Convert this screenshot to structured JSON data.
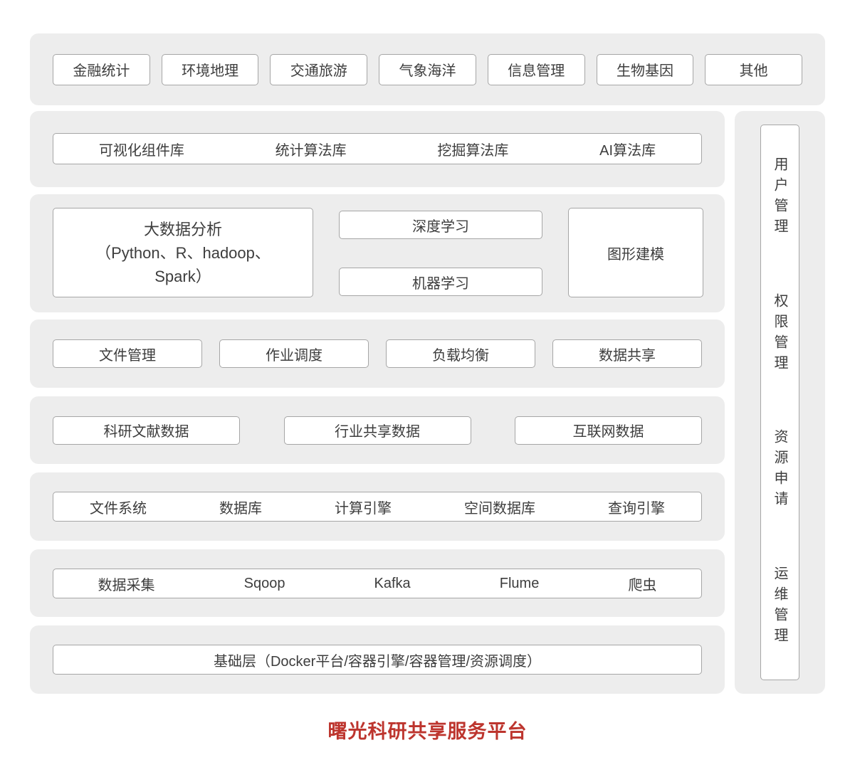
{
  "page_title": "曙光科研共享服务平台",
  "domains": {
    "items": [
      "金融统计",
      "环境地理",
      "交通旅游",
      "气象海洋",
      "信息管理",
      "生物基因",
      "其他"
    ]
  },
  "algorithm_layer": {
    "items": [
      "可视化组件库",
      "统计算法库",
      "挖掘算法库",
      "AI算法库"
    ]
  },
  "analysis_layer": {
    "bigdata_line1": "大数据分析",
    "bigdata_line2": "（Python、R、hadoop、",
    "bigdata_line3": "Spark）",
    "deep_learning": "深度学习",
    "machine_learning": "机器学习",
    "graph_modeling": "图形建模"
  },
  "management_layer": {
    "items": [
      "文件管理",
      "作业调度",
      "负载均衡",
      "数据共享"
    ]
  },
  "data_layer": {
    "items": [
      "科研文献数据",
      "行业共享数据",
      "互联网数据"
    ]
  },
  "storage_layer": {
    "items": [
      "文件系统",
      "数据库",
      "计算引擎",
      "空间数据库",
      "查询引擎"
    ]
  },
  "collection_layer": {
    "items": [
      "数据采集",
      "Sqoop",
      "Kafka",
      "Flume",
      "爬虫"
    ]
  },
  "infrastructure_layer": {
    "label": "基础层（Docker平台/容器引擎/容器管理/资源调度）"
  },
  "side_panel": {
    "items": [
      "用户管理",
      "权限管理",
      "资源申请",
      "运维管理"
    ]
  },
  "colors": {
    "band_bg": "#ededed",
    "box_border": "#a6a6a6",
    "text": "#3d3d3d",
    "title_red": "#bd352e"
  }
}
